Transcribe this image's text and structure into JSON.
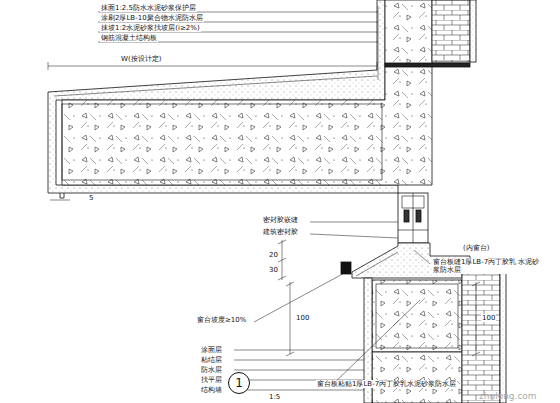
{
  "diagram": {
    "nodes": [
      {
        "text": [
          "1"
        ]
      }
    ],
    "labels": [
      "抹面1:2.5防水水泥砂浆保护层",
      "涂刷2厚LB-10聚合物水泥防水层",
      "抹坡1:2水泥砂浆找坡层(i≥2%)",
      "钢筋混凝土结构板",
      "W(按设计定)",
      "5",
      "密封胶嵌缝",
      "建筑密封胶",
      "(内窗台)",
      "20",
      "30",
      "窗台板缝1厚LB-7丙丁胶乳 水泥砂浆防水层",
      "窗台坡度≥10%",
      "100",
      "100",
      "涂面层",
      "粘结层",
      "防水层",
      "找平层",
      "结构墙",
      "窗台板粘贴1厚LB-7丙丁胶乳水泥砂浆防水层",
      "1:5",
      "zhulong.com"
    ]
  }
}
